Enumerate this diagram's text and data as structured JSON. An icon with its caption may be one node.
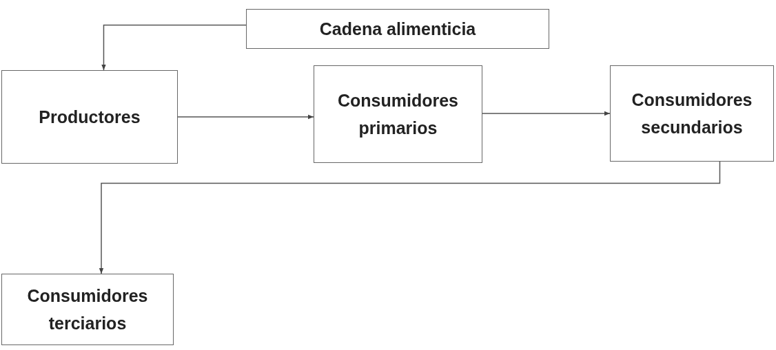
{
  "diagram": {
    "nodes": [
      {
        "text": [
          "Cadena alimenticia"
        ]
      },
      {
        "text": [
          "Productores"
        ]
      },
      {
        "text": [
          "Consumidores primarios"
        ]
      },
      {
        "text": [
          "Consumidores secundarios"
        ]
      },
      {
        "text": [
          "Consumidores terciarios"
        ]
      }
    ],
    "edges": [
      {
        "from": 0,
        "to": 1,
        "arrow": "to"
      },
      {
        "from": 1,
        "to": 2,
        "arrow": "to"
      },
      {
        "from": 2,
        "to": 3,
        "arrow": "to"
      },
      {
        "from": 3,
        "to": 4,
        "arrow": "to"
      }
    ]
  }
}
